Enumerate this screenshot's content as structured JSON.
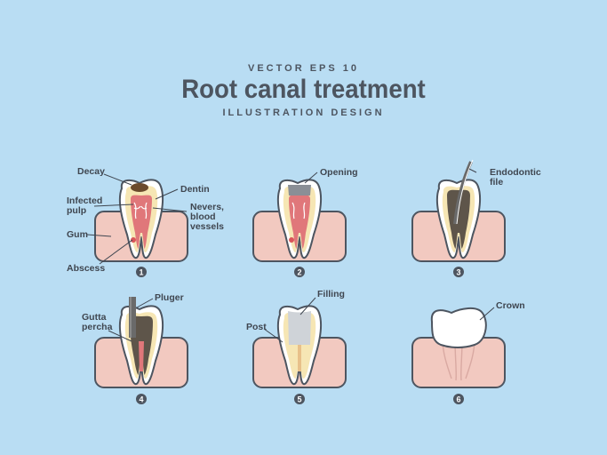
{
  "header": {
    "top": "VECTOR EPS 10",
    "title": "Root canal treatment",
    "subtitle": "ILLUSTRATION DESIGN"
  },
  "steps": [
    {
      "number": "1",
      "labels": {
        "decay": "Decay",
        "dentin": "Dentin",
        "infected_1": "Infected",
        "infected_2": "pulp",
        "nerves_1": "Nevers,",
        "nerves_2": "blood",
        "nerves_3": "vessels",
        "gum": "Gum",
        "abscess": "Abscess"
      }
    },
    {
      "number": "2",
      "labels": {
        "opening": "Opening"
      }
    },
    {
      "number": "3",
      "labels": {
        "endo_1": "Endodontic",
        "endo_2": "file"
      }
    },
    {
      "number": "4",
      "labels": {
        "pluger": "Pluger",
        "gutta_1": "Gutta",
        "gutta_2": "percha"
      }
    },
    {
      "number": "5",
      "labels": {
        "filling": "Filling",
        "post": "Post"
      }
    },
    {
      "number": "6",
      "labels": {
        "crown": "Crown"
      }
    }
  ],
  "colors": {
    "background": "#b9ddf3",
    "gum": "#f2c9c0",
    "outline": "#4d5560",
    "enamel": "#ffffff",
    "dentin": "#f6e6b4",
    "pulp": "#e0777a",
    "decay": "#6b4a2c",
    "filled": "#5e554a",
    "filling": "#cfd3d8",
    "tool": "#6a6a6a"
  }
}
